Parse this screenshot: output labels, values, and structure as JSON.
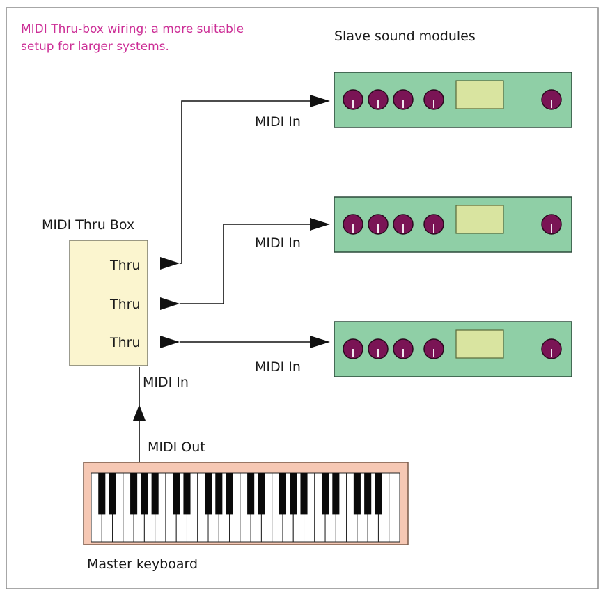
{
  "caption": {
    "line1": "MIDI Thru-box wiring: a more suitable",
    "line2": "setup for larger systems."
  },
  "labels": {
    "slave_modules": "Slave sound modules",
    "thru_box": "MIDI Thru Box",
    "thru_ports": [
      "Thru",
      "Thru",
      "Thru"
    ],
    "module_inputs": [
      "MIDI In",
      "MIDI In",
      "MIDI In"
    ],
    "box_input": "MIDI In",
    "keyboard_output": "MIDI Out",
    "keyboard": "Master keyboard"
  },
  "module_count": 3,
  "knobs_per_module": 5,
  "keyboard_white_keys": 29,
  "colors": {
    "caption": "#cc2e96",
    "module_fill": "#8fcfa6",
    "module_border": "#2b4a3a",
    "knob": "#7a1455",
    "display": "#d9e4a0",
    "thru_box_fill": "#fbf5cf",
    "keyboard_frame": "#f6c8b4",
    "line": "#111111"
  }
}
